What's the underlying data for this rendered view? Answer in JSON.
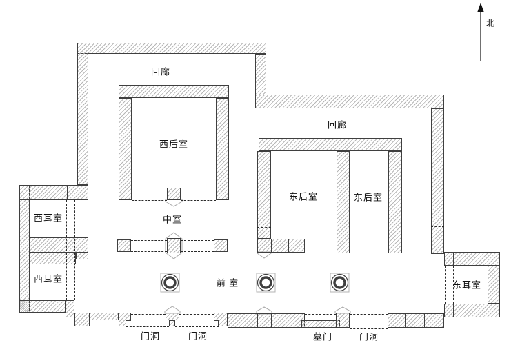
{
  "figure": {
    "kind": "tomb floor plan",
    "compass": {
      "north_label": "北"
    },
    "rooms": {
      "corridor_nw": "回廊",
      "corridor_ne": "回廊",
      "west_rear": "西后室",
      "east_rear_a": "东后室",
      "east_rear_b": "东后室",
      "middle": "中室",
      "front": "前 室",
      "west_ear_a": "西耳室",
      "west_ear_b": "西耳室",
      "east_ear": "东耳室"
    },
    "openings": {
      "door_a": "门洞",
      "door_b": "门洞",
      "tomb_gate": "墓门",
      "door_c": "门洞"
    },
    "colors": {
      "background": "#ffffff",
      "wall_outline": "#3f3f3f",
      "hatch_line": "#b6b6b6",
      "dashed_line": "#2a2a2a",
      "marker_outline": "#a8a8a8",
      "text": "#111111"
    }
  }
}
